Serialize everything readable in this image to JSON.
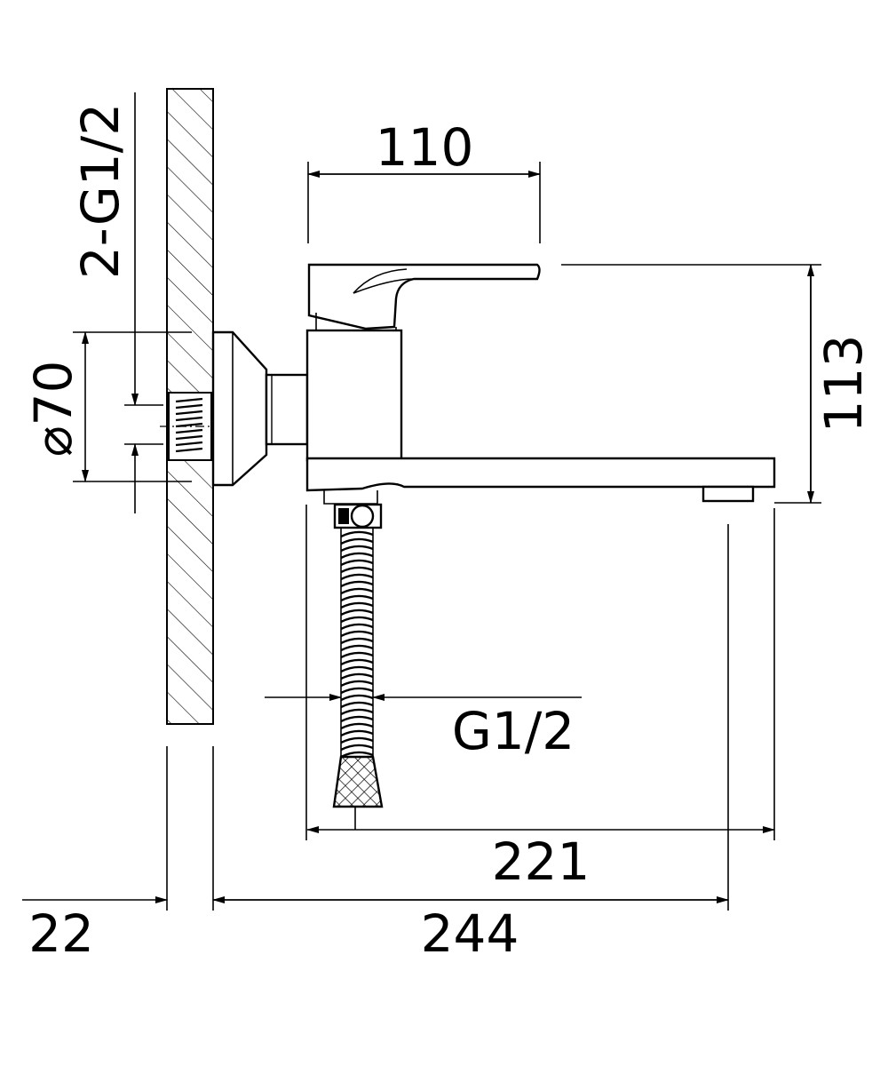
{
  "drawing": {
    "dimensions": {
      "spout_width": "110",
      "height": "113",
      "inlet_thread": "2-G1/2",
      "flange_diameter": "70",
      "diameter_symbol": "⌀",
      "hose_thread": "G1/2",
      "hose_reach": "221",
      "projection": "244",
      "wall_thickness": "22"
    }
  }
}
